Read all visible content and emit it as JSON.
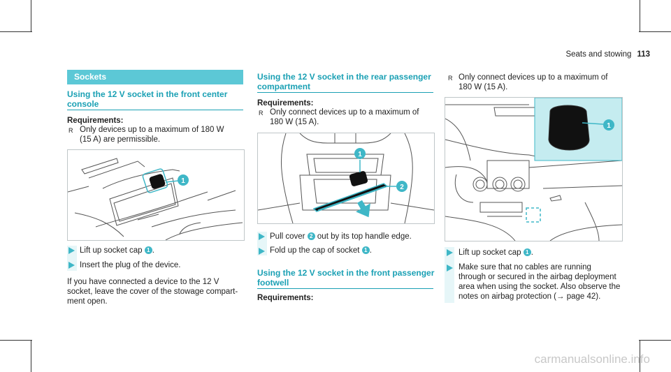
{
  "header": {
    "section": "Seats and stowing",
    "page": "113"
  },
  "col1": {
    "bar_title": "Sockets",
    "heading": [
      "Using the 12 V socket in the front center",
      "console"
    ],
    "req_label": "Requirements:",
    "req_items": [
      [
        "Only devices up to a maximum of 180 W",
        "(15 A) are permissible."
      ]
    ],
    "steps": [
      {
        "text": "Lift up socket cap",
        "marker": "1",
        "suffix": "."
      },
      {
        "text": "Insert the plug of the device.",
        "marker": "",
        "suffix": ""
      }
    ],
    "note": [
      "If you have connected a device to the 12 V",
      "socket, leave the cover of the stowage compart-",
      "ment open."
    ],
    "fig_markers": [
      "1"
    ]
  },
  "col2": {
    "heading": [
      "Using the 12 V socket in the rear passenger",
      "compartment"
    ],
    "req_label": "Requirements:",
    "req_items": [
      [
        "Only connect devices up to a maximum of",
        "180 W (15 A)."
      ]
    ],
    "steps": [
      {
        "text": "Pull cover",
        "marker": "2",
        "suffix": "out by its top handle edge."
      },
      {
        "text": "Fold up the cap of socket",
        "marker": "1",
        "suffix": "."
      }
    ],
    "heading2": [
      "Using the 12 V socket in the front passenger",
      "footwell"
    ],
    "req_label2": "Requirements:",
    "fig_markers": [
      "1",
      "2"
    ]
  },
  "col3": {
    "req_items": [
      [
        "Only connect devices up to a maximum of",
        "180 W (15 A)."
      ]
    ],
    "steps": [
      {
        "text": "Lift up socket cap",
        "marker": "1",
        "suffix": "."
      },
      {
        "lines": [
          "Make sure that no cables are running",
          "through or secured in the airbag deployment",
          "area when using the socket. Also observe the",
          "notes on airbag protection (→ page 42)."
        ]
      }
    ],
    "fig_markers": [
      "1"
    ]
  },
  "watermark": "carmanualsonline.info",
  "colors": {
    "accent": "#1aa0b4",
    "bar": "#5cc8d6",
    "inset": "#c5ecf0"
  }
}
